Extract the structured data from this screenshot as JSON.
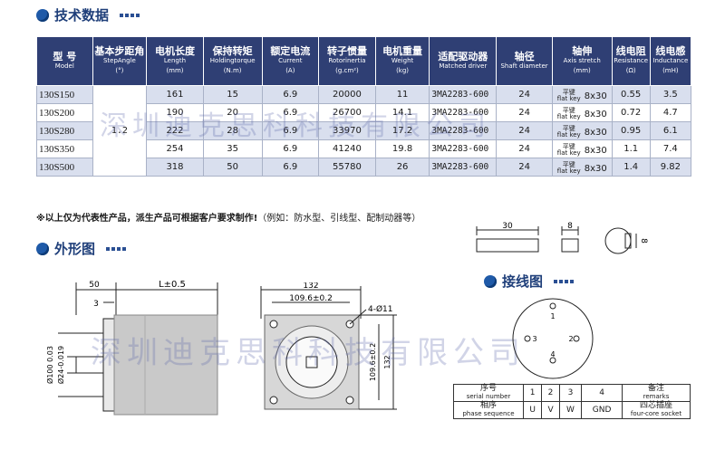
{
  "section_spec": {
    "title": "技术数据"
  },
  "table": {
    "headers": [
      {
        "zh": "型 号",
        "en": "Model"
      },
      {
        "zh": "基本步距角",
        "en": "StepAngle",
        "unit": "(°)"
      },
      {
        "zh": "电机长度",
        "en": "Length",
        "unit": "(mm)"
      },
      {
        "zh": "保持转矩",
        "en": "Holdingtorque",
        "unit": "(N.m)"
      },
      {
        "zh": "额定电流",
        "en": "Current",
        "unit": "(A)"
      },
      {
        "zh": "转子惯量",
        "en": "Rotorinertia",
        "unit": "(g.cm²)"
      },
      {
        "zh": "电机重量",
        "en": "Weight",
        "unit": "(kg)"
      },
      {
        "zh": "适配驱动器",
        "en": "Matched driver"
      },
      {
        "zh": "轴径",
        "en": "Shaft diameter"
      },
      {
        "zh": "轴伸",
        "en": "Axis stretch",
        "unit": "(mm)"
      },
      {
        "zh": "线电阻",
        "en": "Resistance",
        "unit": "(Ω)"
      },
      {
        "zh": "线电感",
        "en": "Inductance",
        "unit": "(mH)"
      }
    ],
    "step_angle": "1.2",
    "flat_key_zh": "平键",
    "flat_key_en": "flat key",
    "rows": [
      {
        "model": "130S150",
        "length": "161",
        "torque": "15",
        "current": "6.9",
        "inertia": "20000",
        "weight": "11",
        "driver": "3MA2283-600",
        "shaft": "24",
        "stretch": "8x30",
        "resistance": "0.55",
        "inductance": "3.5"
      },
      {
        "model": "130S200",
        "length": "190",
        "torque": "20",
        "current": "6.9",
        "inertia": "26700",
        "weight": "14.1",
        "driver": "3MA2283-600",
        "shaft": "24",
        "stretch": "8x30",
        "resistance": "0.72",
        "inductance": "4.7"
      },
      {
        "model": "130S280",
        "length": "222",
        "torque": "28",
        "current": "6.9",
        "inertia": "33970",
        "weight": "17.2",
        "driver": "3MA2283-600",
        "shaft": "24",
        "stretch": "8x30",
        "resistance": "0.95",
        "inductance": "6.1"
      },
      {
        "model": "130S350",
        "length": "254",
        "torque": "35",
        "current": "6.9",
        "inertia": "41240",
        "weight": "19.8",
        "driver": "3MA2283-600",
        "shaft": "24",
        "stretch": "8x30",
        "resistance": "1.1",
        "inductance": "7.4"
      },
      {
        "model": "130S500",
        "length": "318",
        "torque": "50",
        "current": "6.9",
        "inertia": "55780",
        "weight": "26",
        "driver": "3MA2283-600",
        "shaft": "24",
        "stretch": "8x30",
        "resistance": "1.4",
        "inductance": "9.82"
      }
    ]
  },
  "note": {
    "bold": "※以上仅为代表性产品，派生产品可根据客户要求制作!",
    "light": "（例如：防水型、引线型、配制动器等）"
  },
  "section_outline": {
    "title": "外形图"
  },
  "section_wiring": {
    "title": "接线图"
  },
  "watermark": "深圳迪克思科科技有限公司",
  "drawing": {
    "dim_50": "50",
    "dim_3": "3",
    "dim_L": "L±0.5",
    "dim_100": "Ø100 0.03",
    "dim_24": "Ø24-0.019",
    "dim_132": "132",
    "dim_1096": "109.6±0.2",
    "dim_1096_v": "109.6±0.2",
    "dim_132_v": "132",
    "dim_holes": "4-Ø11",
    "key_30": "30",
    "key_8": "8",
    "key_8b": "8"
  },
  "connector": {
    "pins": [
      "1",
      "2",
      "3",
      "4"
    ]
  },
  "wiring_table": {
    "label_serial_zh": "序号",
    "label_serial_en": "serial number",
    "label_phase_zh": "相序",
    "label_phase_en": "phase sequence",
    "serial": [
      "1",
      "2",
      "3",
      "4"
    ],
    "phase": [
      "U",
      "V",
      "W",
      "GND"
    ],
    "remarks_zh": "备注",
    "remarks_en": "remarks",
    "socket_zh": "四芯插座",
    "socket_en": "four-core socket"
  }
}
